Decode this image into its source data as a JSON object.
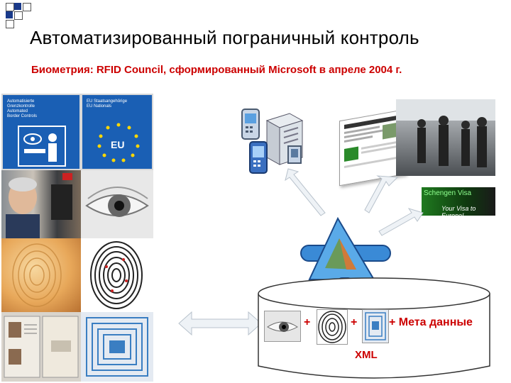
{
  "slide": {
    "title": "Автоматизированный пограничный контроль",
    "subtitle": "Биометрия: RFID Council, сформированный Microsoft в апреле 2004 г."
  },
  "signs": {
    "left_text": "Automatisierte\nGrenzkontrolle\nAutomated\nBorder Controls",
    "right_text": "EU Staatsangehörige\nEU Nationals",
    "eu_label": "EU"
  },
  "visa": {
    "title": "Schengen Visa",
    "tagline": "Your Visa to Europe!"
  },
  "database": {
    "plus": "+",
    "meta_label": "+ Мета данные",
    "xml_label": "XML"
  },
  "colors": {
    "subtitle": "#cc0000",
    "sign_blue": "#1a5fb4",
    "visa_green": "#1f7a1f",
    "arrow_blue": "#2a6fd6"
  },
  "icons": [
    "phone-icon",
    "server-icon",
    "pda-icon",
    "router-icon"
  ]
}
